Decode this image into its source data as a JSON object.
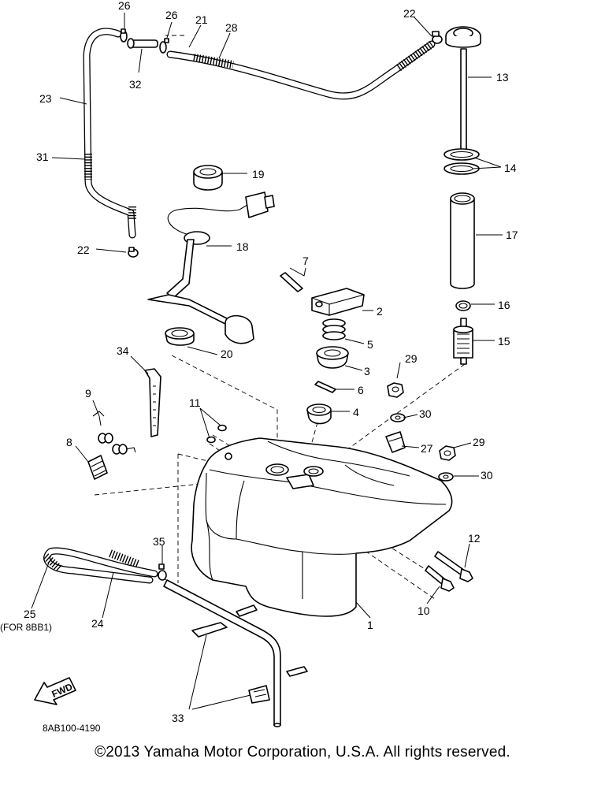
{
  "labels": {
    "p1": "1",
    "p2": "2",
    "p3": "3",
    "p4": "4",
    "p5": "5",
    "p6": "6",
    "p7": "7",
    "p8": "8",
    "p9": "9",
    "p10": "10",
    "p11": "11",
    "p12": "12",
    "p13": "13",
    "p14": "14",
    "p15": "15",
    "p16": "16",
    "p17": "17",
    "p18": "18",
    "p19": "19",
    "p20": "20",
    "p21": "21",
    "p22a": "22",
    "p22b": "22",
    "p23": "23",
    "p24": "24",
    "p25": "25",
    "p26a": "26",
    "p26b": "26",
    "p27": "27",
    "p28": "28",
    "p29a": "29",
    "p29b": "29",
    "p30a": "30",
    "p30b": "30",
    "p31": "31",
    "p32": "32",
    "p33": "33",
    "p34": "34",
    "p35": "35"
  },
  "note_for": "(FOR 8BB1)",
  "fwd": "FWD",
  "figure_code": "8AB100-4190",
  "copyright": "©2013 Yamaha Motor Corporation, U.S.A. All rights reserved."
}
